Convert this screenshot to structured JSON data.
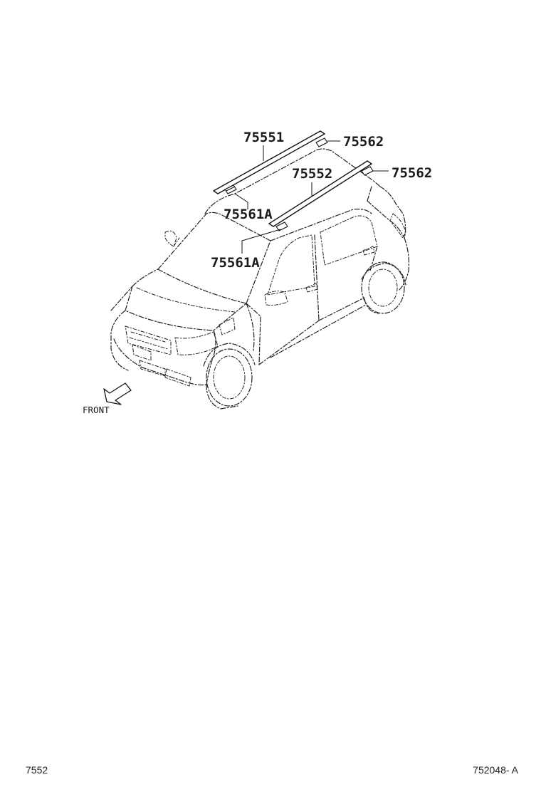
{
  "diagram": {
    "part_labels": {
      "rail_left": "75551",
      "rail_right": "75552",
      "end_cap_rear_left": "75562",
      "end_cap_rear_right": "75562",
      "end_cap_front_left": "75561A",
      "end_cap_front_right": "75561A"
    },
    "direction_label": "FRONT"
  },
  "footer": {
    "page_code": "7552",
    "figure_code": "752048- A"
  }
}
